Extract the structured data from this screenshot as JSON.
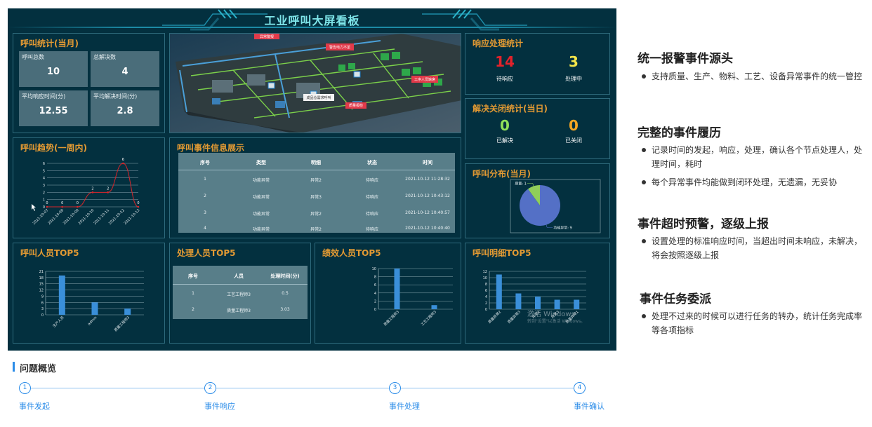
{
  "dashboard": {
    "title": "工业呼叫大屏看板",
    "call_stats": {
      "title": "呼叫统计(当月)",
      "boxes": [
        {
          "label": "呼叫总数",
          "value": "10"
        },
        {
          "label": "总解决数",
          "value": "4"
        },
        {
          "label": "平均响应时间(分)",
          "value": "12.55"
        },
        {
          "label": "平均解决时间(分)",
          "value": "2.8"
        }
      ]
    },
    "map_labels": [
      "异常警报",
      "警告电力不足",
      "工序人员缺席",
      "成品仓需求呼叫",
      "质量报检"
    ],
    "response_stats": {
      "title": "响应处理统计",
      "items": [
        {
          "value": "14",
          "label": "待响应",
          "color": "#e3222b"
        },
        {
          "value": "3",
          "label": "处理中",
          "color": "#f3e54a"
        }
      ]
    },
    "close_stats": {
      "title": "解决关闭统计(当日)",
      "items": [
        {
          "value": "0",
          "label": "已解决",
          "color": "#8fe05a"
        },
        {
          "value": "0",
          "label": "已关闭",
          "color": "#f5a623"
        }
      ]
    },
    "call_trend": {
      "title": "呼叫趋势(一周内)"
    },
    "event_table": {
      "title": "呼叫事件信息展示",
      "headers": [
        "序号",
        "类型",
        "明细",
        "状态",
        "时间"
      ],
      "rows": [
        [
          "1",
          "功能异常",
          "异常2",
          "待响应",
          "2021-10-12 11:28:32"
        ],
        [
          "2",
          "功能异常",
          "异常3",
          "待响应",
          "2021-10-12 10:43:12"
        ],
        [
          "3",
          "功能异常",
          "异常2",
          "待响应",
          "2021-10-12 10:40:57"
        ],
        [
          "4",
          "功能异常",
          "异常2",
          "待响应",
          "2021-10-12 10:40:40"
        ]
      ]
    },
    "call_distribution": {
      "title": "呼叫分布(当月)"
    },
    "caller_top5": {
      "title": "呼叫人员TOP5"
    },
    "handler_top5": {
      "title": "处理人员TOP5",
      "headers": [
        "序号",
        "人员",
        "处理时间(分)"
      ],
      "rows": [
        [
          "1",
          "工艺工程师3",
          "0.5"
        ],
        [
          "2",
          "质量工程师3",
          "3.03"
        ]
      ]
    },
    "perf_top5": {
      "title": "绩效人员TOP5"
    },
    "detail_top5": {
      "title": "呼叫明细TOP5"
    },
    "watermark": "激活 Windows",
    "watermark_sub": "转到\"设置\"以激活 Windows。"
  },
  "chart_data": [
    {
      "type": "line",
      "title": "呼叫趋势(一周内)",
      "categories": [
        "2021-10-07",
        "2021-10-08",
        "2021-10-09",
        "2021-10-10",
        "2021-10-11",
        "2021-10-12",
        "2021-10-13"
      ],
      "values": [
        0,
        0,
        0,
        2,
        2,
        6,
        0
      ],
      "ylim": [
        0,
        6
      ],
      "yticks": [
        0,
        1,
        2,
        3,
        4,
        5,
        6
      ],
      "data_labels": true,
      "color": "#d7262b"
    },
    {
      "type": "pie",
      "title": "呼叫分布(当月)",
      "slices": [
        {
          "label": "质量: 1",
          "value": 1,
          "color": "#8fcf5a"
        },
        {
          "label": "功能异常: 9",
          "value": 9,
          "color": "#5470c6"
        }
      ]
    },
    {
      "type": "bar",
      "title": "呼叫人员TOP5",
      "categories": [
        "生产人员",
        "admin",
        "质量工程师3"
      ],
      "values": [
        19,
        6,
        3
      ],
      "ylim": [
        0,
        21
      ],
      "yticks": [
        0,
        3,
        6,
        9,
        12,
        15,
        18,
        21
      ],
      "color": "#3a8fd9"
    },
    {
      "type": "bar",
      "title": "绩效人员TOP5",
      "categories": [
        "质量工程师3",
        "工艺工程师3"
      ],
      "values": [
        10,
        1
      ],
      "ylim": [
        0,
        10
      ],
      "yticks": [
        0,
        2,
        4,
        6,
        8,
        10
      ],
      "color": "#3a8fd9"
    },
    {
      "type": "bar",
      "title": "呼叫明细TOP5",
      "categories": [
        "质量异常2",
        "质量异常3",
        "异常2",
        "异常3",
        "质量异常1"
      ],
      "values": [
        11,
        5,
        4,
        3,
        3
      ],
      "ylim": [
        0,
        12
      ],
      "yticks": [
        0,
        2,
        4,
        6,
        8,
        10,
        12
      ],
      "color": "#3a8fd9"
    }
  ],
  "features": [
    {
      "title": "统一报警事件源头",
      "items": [
        "支持质量、生产、物料、工艺、设备异常事件的统一管控"
      ]
    },
    {
      "title": "完整的事件履历",
      "items": [
        "记录时间的发起，响应，处理，确认各个节点处理人，处理时间，耗时",
        "每个异常事件均能做到闭环处理，无遗漏，无妥协"
      ]
    },
    {
      "title": "事件超时预警，逐级上报",
      "items": [
        "设置处理的标准响应时间，当超出时间未响应，未解决，将会按照逐级上报"
      ]
    },
    {
      "title": "事件任务委派",
      "items": [
        "处理不过来的时候可以进行任务的转办，统计任务完成率等各项指标"
      ]
    }
  ],
  "overview": {
    "title": "问题概览",
    "steps": [
      {
        "num": "1",
        "label": "事件发起"
      },
      {
        "num": "2",
        "label": "事件响应"
      },
      {
        "num": "3",
        "label": "事件处理"
      },
      {
        "num": "4",
        "label": "事件确认"
      }
    ]
  }
}
